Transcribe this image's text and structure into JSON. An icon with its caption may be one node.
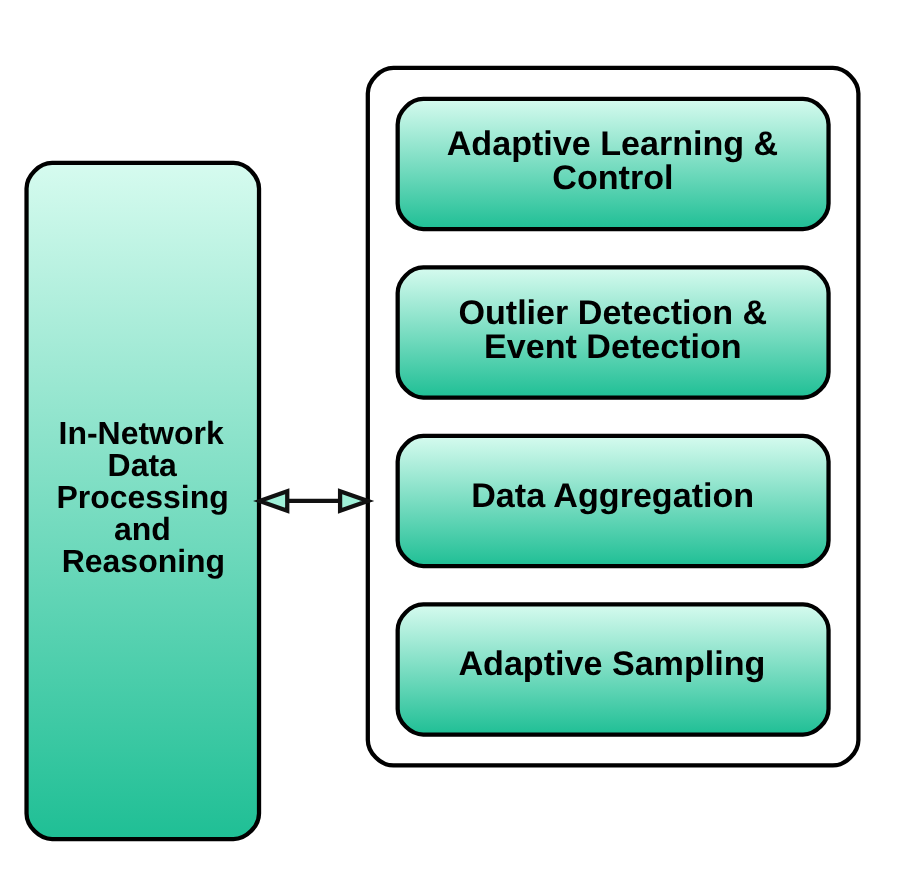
{
  "diagram": {
    "nodes": [
      {
        "text": [
          "In-Network Data Processing and Reasoning"
        ]
      },
      {
        "text": [],
        "shape": "box"
      },
      {
        "text": [
          "Adaptive Sampling"
        ],
        "in": 1
      },
      {
        "text": [
          "Data Aggregation"
        ],
        "in": 1
      },
      {
        "text": [
          "Outlier Detection & Event Detection"
        ],
        "in": 1
      },
      {
        "text": [
          "Adaptive Learning & Control"
        ],
        "in": 1
      }
    ],
    "edges": [
      {
        "from": 0,
        "to": 1,
        "arrow": "both"
      }
    ]
  }
}
